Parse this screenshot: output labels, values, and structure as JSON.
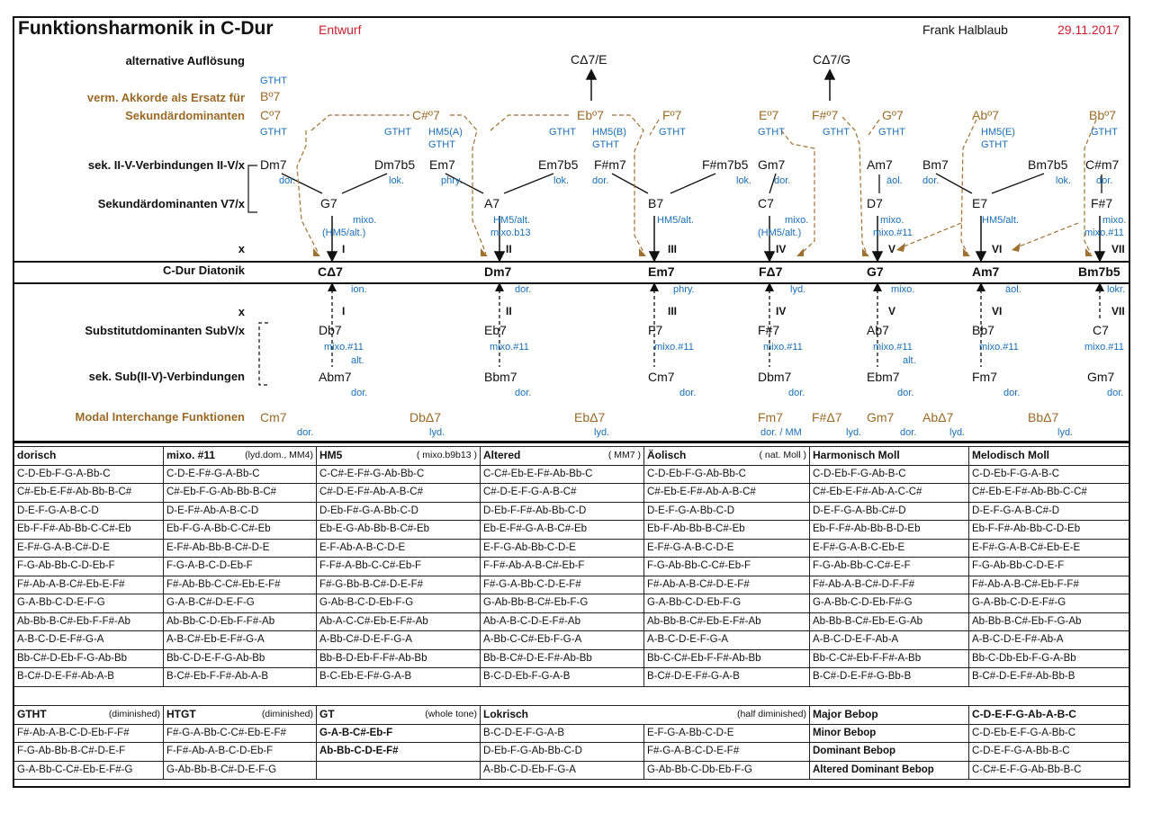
{
  "header": {
    "title": "Funktionsharmonik in C-Dur",
    "draft": "Entwurf",
    "author": "Frank Halblaub",
    "date": "29.11.2017"
  },
  "row_labels": {
    "alt_resolution": "alternative Auflösung",
    "dim_sub_1": "verm. Akkorde als Ersatz für",
    "dim_sub_2": "Sekundärdominanten",
    "sec_ii_v": "sek. II-V-Verbindungen II-V/x",
    "sec_dom": "Sekundärdominanten V7/x",
    "x_top": "x",
    "diatonic": "C-Dur Diatonik",
    "x_bottom": "x",
    "subv": "Substitutdominanten SubV/x",
    "sub_ii_v": "sek. Sub(II-V)-Verbindungen",
    "modal": "Modal Interchange Funktionen"
  },
  "alt_chords": [
    {
      "text": "CΔ7/E"
    },
    {
      "text": "CΔ7/G"
    }
  ],
  "dim_chords": [
    {
      "text": "Cº7"
    },
    {
      "text": "Bº7"
    },
    {
      "text": "C#º7"
    },
    {
      "text": "Ebº7"
    },
    {
      "text": "Fº7"
    },
    {
      "text": "Eº7"
    },
    {
      "text": "F#º7"
    },
    {
      "text": "Gº7"
    },
    {
      "text": "Abº7"
    },
    {
      "text": "Bbº7"
    }
  ],
  "scale_notes": [
    {
      "text": "GTHT"
    },
    {
      "text": "GTHT"
    },
    {
      "text": "GTHT"
    },
    {
      "text": "HM5(A)"
    },
    {
      "text": "GTHT"
    },
    {
      "text": "GTHT"
    },
    {
      "text": "HM5(B)"
    },
    {
      "text": "GTHT"
    },
    {
      "text": "GTHT"
    },
    {
      "text": "GTHT"
    },
    {
      "text": "GTHT"
    },
    {
      "text": "GTHT"
    },
    {
      "text": "HM5(E)"
    },
    {
      "text": "GTHT"
    },
    {
      "text": "GTHT"
    }
  ],
  "ii_chords": [
    {
      "text": "Dm7"
    },
    {
      "text": "Dm7b5"
    },
    {
      "text": "Em7"
    },
    {
      "text": "Em7b5"
    },
    {
      "text": "F#m7"
    },
    {
      "text": "F#m7b5"
    },
    {
      "text": "Gm7"
    },
    {
      "text": "Am7"
    },
    {
      "text": "Bm7"
    },
    {
      "text": "Bm7b5"
    },
    {
      "text": "C#m7"
    }
  ],
  "ii_modes": [
    {
      "text": "dor."
    },
    {
      "text": "lok."
    },
    {
      "text": "phry."
    },
    {
      "text": "lok."
    },
    {
      "text": "dor."
    },
    {
      "text": "lok."
    },
    {
      "text": "dor."
    },
    {
      "text": "äol."
    },
    {
      "text": "dor."
    },
    {
      "text": "lok."
    },
    {
      "text": "dor."
    }
  ],
  "v_chords": [
    {
      "text": "G7"
    },
    {
      "text": "A7"
    },
    {
      "text": "B7"
    },
    {
      "text": "C7"
    },
    {
      "text": "D7"
    },
    {
      "text": "E7"
    },
    {
      "text": "F#7"
    }
  ],
  "v_modes": [
    {
      "text": "mixo."
    },
    {
      "text": "(HM5/alt.)"
    },
    {
      "text": "HM5/alt."
    },
    {
      "text": "mixo.b13"
    },
    {
      "text": "HM5/alt."
    },
    {
      "text": "mixo."
    },
    {
      "text": "(HM5/alt.)"
    },
    {
      "text": "mixo."
    },
    {
      "text": "mixo.#11"
    },
    {
      "text": "HM5/alt."
    },
    {
      "text": "mixo."
    },
    {
      "text": "mixo.#11"
    }
  ],
  "degrees": [
    "I",
    "II",
    "III",
    "IV",
    "V",
    "VI",
    "VII"
  ],
  "diatonic": [
    "CΔ7",
    "Dm7",
    "Em7",
    "FΔ7",
    "G7",
    "Am7",
    "Bm7b5"
  ],
  "diatonic_modes": [
    "ion.",
    "dor.",
    "phry.",
    "lyd.",
    "mixo.",
    "äol.",
    "lokr."
  ],
  "subv_chords": [
    "Db7",
    "Eb7",
    "F7",
    "F#7",
    "Ab7",
    "Bb7",
    "C7"
  ],
  "subv_modes": [
    {
      "text": "mixo.#11"
    },
    {
      "text": "alt."
    },
    {
      "text": "mixo.#11"
    },
    {
      "text": "mixo.#11"
    },
    {
      "text": "mixo.#11"
    },
    {
      "text": "mixo.#11"
    },
    {
      "text": "alt."
    },
    {
      "text": "mixo.#11"
    },
    {
      "text": "mixo.#11"
    }
  ],
  "sub_ii_chords": [
    "Abm7",
    "Bbm7",
    "Cm7",
    "Dbm7",
    "Ebm7",
    "Fm7",
    "Gm7"
  ],
  "sub_ii_modes": [
    "dor.",
    "dor.",
    "dor.",
    "dor.",
    "dor.",
    "dor.",
    "dor."
  ],
  "modal_chords": [
    {
      "text": "Cm7"
    },
    {
      "text": "DbΔ7"
    },
    {
      "text": "EbΔ7"
    },
    {
      "text": "Fm7"
    },
    {
      "text": "F#Δ7"
    },
    {
      "text": "Gm7"
    },
    {
      "text": "AbΔ7"
    },
    {
      "text": "BbΔ7"
    }
  ],
  "modal_modes": [
    {
      "text": "dor."
    },
    {
      "text": "lyd."
    },
    {
      "text": "lyd."
    },
    {
      "text": "dor. / MM"
    },
    {
      "text": "lyd."
    },
    {
      "text": "dor."
    },
    {
      "text": "lyd."
    },
    {
      "text": "lyd."
    }
  ],
  "scale_table": {
    "headers": [
      {
        "name": "dorisch",
        "sub": ""
      },
      {
        "name": "mixo. #11",
        "sub": "(lyd.dom., MM4)"
      },
      {
        "name": "HM5",
        "sub": "( mixo.b9b13 )"
      },
      {
        "name": "Altered",
        "sub": "( MM7 )"
      },
      {
        "name": "Äolisch",
        "sub": "( nat. Moll )"
      },
      {
        "name": "Harmonisch Moll",
        "sub": ""
      },
      {
        "name": "Melodisch Moll",
        "sub": ""
      }
    ],
    "rows": [
      [
        "C-D-Eb-F-G-A-Bb-C",
        "C-D-E-F#-G-A-Bb-C",
        "C-C#-E-F#-G-Ab-Bb-C",
        "C-C#-Eb-E-F#-Ab-Bb-C",
        "C-D-Eb-F-G-Ab-Bb-C",
        "C-D-Eb-F-G-Ab-B-C",
        "C-D-Eb-F-G-A-B-C"
      ],
      [
        "C#-Eb-E-F#-Ab-Bb-B-C#",
        "C#-Eb-F-G-Ab-Bb-B-C#",
        "C#-D-E-F#-Ab-A-B-C#",
        "C#-D-E-F-G-A-B-C#",
        "C#-Eb-E-F#-Ab-A-B-C#",
        "C#-Eb-E-F#-Ab-A-C-C#",
        "C#-Eb-E-F#-Ab-Bb-C-C#"
      ],
      [
        "D-E-F-G-A-B-C-D",
        "D-E-F#-Ab-A-B-C-D",
        "D-Eb-F#-G-A-Bb-C-D",
        "D-Eb-F-F#-Ab-Bb-C-D",
        "D-E-F-G-A-Bb-C-D",
        "D-E-F-G-A-Bb-C#-D",
        "D-E-F-G-A-B-C#-D"
      ],
      [
        "Eb-F-F#-Ab-Bb-C-C#-Eb",
        "Eb-F-G-A-Bb-C-C#-Eb",
        "Eb-E-G-Ab-Bb-B-C#-Eb",
        "Eb-E-F#-G-A-B-C#-Eb",
        "Eb-F-Ab-Bb-B-C#-Eb",
        "Eb-F-F#-Ab-Bb-B-D-Eb",
        "Eb-F-F#-Ab-Bb-C-D-Eb"
      ],
      [
        "E-F#-G-A-B-C#-D-E",
        "E-F#-Ab-Bb-B-C#-D-E",
        "E-F-Ab-A-B-C-D-E",
        "E-F-G-Ab-Bb-C-D-E",
        "E-F#-G-A-B-C-D-E",
        "E-F#-G-A-B-C-Eb-E",
        "E-F#-G-A-B-C#-Eb-E-E"
      ],
      [
        "F-G-Ab-Bb-C-D-Eb-F",
        "F-G-A-B-C-D-Eb-F",
        "F-F#-A-Bb-C-C#-Eb-F",
        "F-F#-Ab-A-B-C#-Eb-F",
        "F-G-Ab-Bb-C-C#-Eb-F",
        "F-G-Ab-Bb-C-C#-E-F",
        "F-G-Ab-Bb-C-D-E-F"
      ],
      [
        "F#-Ab-A-B-C#-Eb-E-F#",
        "F#-Ab-Bb-C-C#-Eb-E-F#",
        "F#-G-Bb-B-C#-D-E-F#",
        "F#-G-A-Bb-C-D-E-F#",
        "F#-Ab-A-B-C#-D-E-F#",
        "F#-Ab-A-B-C#-D-F-F#",
        "F#-Ab-A-B-C#-Eb-F-F#"
      ],
      [
        "G-A-Bb-C-D-E-F-G",
        "G-A-B-C#-D-E-F-G",
        "G-Ab-B-C-D-Eb-F-G",
        "G-Ab-Bb-B-C#-Eb-F-G",
        "G-A-Bb-C-D-Eb-F-G",
        "G-A-Bb-C-D-Eb-F#-G",
        "G-A-Bb-C-D-E-F#-G"
      ],
      [
        "Ab-Bb-B-C#-Eb-F-F#-Ab",
        "Ab-Bb-C-D-Eb-F-F#-Ab",
        "Ab-A-C-C#-Eb-E-F#-Ab",
        "Ab-A-B-C-D-E-F#-Ab",
        "Ab-Bb-B-C#-Eb-E-F#-Ab",
        "Ab-Bb-B-C#-Eb-E-G-Ab",
        "Ab-Bb-B-C#-Eb-F-G-Ab"
      ],
      [
        "A-B-C-D-E-F#-G-A",
        "A-B-C#-Eb-E-F#-G-A",
        "A-Bb-C#-D-E-F-G-A",
        "A-Bb-C-C#-Eb-F-G-A",
        "A-B-C-D-E-F-G-A",
        "A-B-C-D-E-F-Ab-A",
        "A-B-C-D-E-F#-Ab-A"
      ],
      [
        "Bb-C#-D-Eb-F-G-Ab-Bb",
        "Bb-C-D-E-F-G-Ab-Bb",
        "Bb-B-D-Eb-F-F#-Ab-Bb",
        "Bb-B-C#-D-E-F#-Ab-Bb",
        "Bb-C-C#-Eb-F-F#-Ab-Bb",
        "Bb-C-C#-Eb-F-F#-A-Bb",
        "Bb-C-Db-Eb-F-G-A-Bb"
      ],
      [
        "B-C#-D-E-F#-Ab-A-B",
        "B-C#-Eb-F-F#-Ab-A-B",
        "B-C-Eb-E-F#-G-A-B",
        "B-C-D-Eb-F-G-A-B",
        "B-C#-D-E-F#-G-A-B",
        "B-C#-D-E-F#-G-Bb-B",
        "B-C#-D-E-F#-Ab-Bb-B"
      ]
    ]
  },
  "bottom_table": {
    "gtht": {
      "name": "GTHT",
      "sub": "(diminished)",
      "rows": [
        "F#-Ab-A-B-C-D-Eb-F-F#",
        "F-G-Ab-Bb-B-C#-D-E-F",
        "G-A-Bb-C-C#-Eb-E-F#-G"
      ]
    },
    "htgt": {
      "name": "HTGT",
      "sub": "(diminished)",
      "rows": [
        "F#-G-A-Bb-C-C#-Eb-E-F#",
        "F-F#-Ab-A-B-C-D-Eb-F",
        "G-Ab-Bb-B-C#-D-E-F-G"
      ]
    },
    "gt": {
      "name": "GT",
      "sub": "(whole tone)",
      "rows": [
        "G-A-B-C#-Eb-F",
        "Ab-Bb-C-D-E-F#",
        ""
      ]
    },
    "lokrisch": {
      "name": "Lokrisch",
      "sub": "(half diminished)",
      "rows": [
        [
          "B-C-D-E-F-G-A-B",
          "E-F-G-A-Bb-C-D-E"
        ],
        [
          "D-Eb-F-G-Ab-Bb-C-D",
          "F#-G-A-B-C-D-E-F#"
        ],
        [
          "A-Bb-C-D-Eb-F-G-A",
          "G-Ab-Bb-C-Db-Eb-F-G"
        ]
      ]
    },
    "bebop": [
      [
        "Major Bebop",
        "C-D-E-F-G-Ab-A-B-C"
      ],
      [
        "Minor Bebop",
        "C-D-Eb-E-F-G-A-Bb-C"
      ],
      [
        "Dominant Bebop",
        "C-D-E-F-G-A-Bb-B-C"
      ],
      [
        "Altered Dominant Bebop",
        "C-C#-E-F-G-Ab-Bb-B-C"
      ]
    ]
  }
}
